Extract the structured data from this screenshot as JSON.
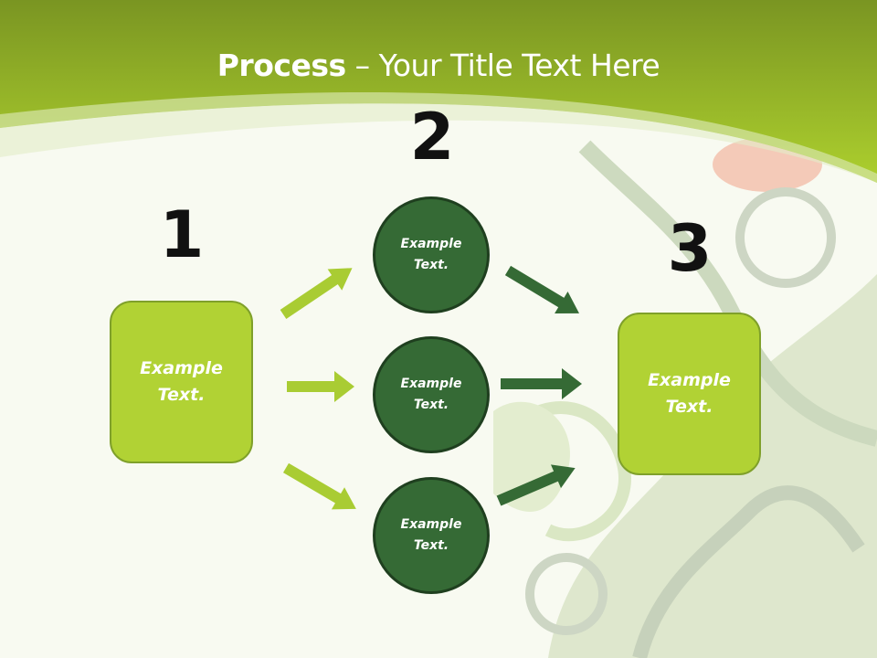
{
  "title": {
    "bold": "Process",
    "rest": " – Your Title Text Here"
  },
  "steps": [
    {
      "number": "1",
      "label_line1": "Example",
      "label_line2": "Text."
    },
    {
      "number": "2",
      "label_line1": "Example",
      "label_line2": "Text."
    },
    {
      "number": "3",
      "label_line1": "Example",
      "label_line2": "Text."
    }
  ],
  "circles": [
    {
      "line1": "Example",
      "line2": "Text."
    },
    {
      "line1": "Example",
      "line2": "Text."
    },
    {
      "line1": "Example",
      "line2": "Text."
    }
  ],
  "colors": {
    "light_green": "#b1d234",
    "dark_green": "#356a35",
    "header": "#9dc22c"
  }
}
